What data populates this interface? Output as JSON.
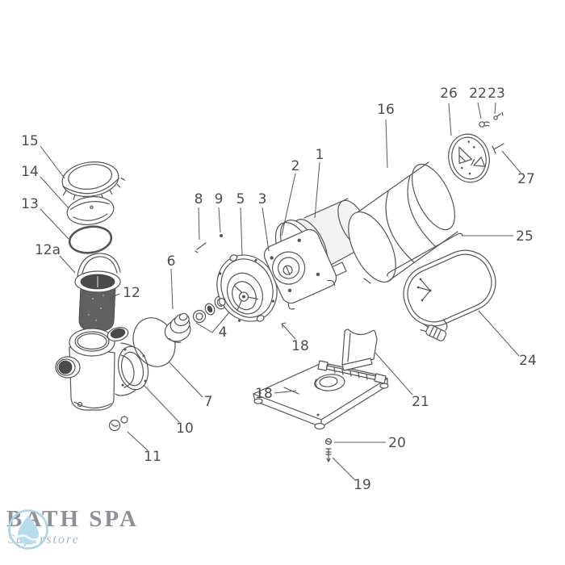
{
  "diagram": {
    "kind": "exploded-parts-diagram",
    "callouts": [
      {
        "name": "strainer-lid",
        "label": "15"
      },
      {
        "name": "lid-ring",
        "label": "14"
      },
      {
        "name": "lid-o-ring",
        "label": "13"
      },
      {
        "name": "basket-handle",
        "label": "12a"
      },
      {
        "name": "strainer-basket",
        "label": "12"
      },
      {
        "name": "impeller-screw",
        "label": "8"
      },
      {
        "name": "washer",
        "label": "9"
      },
      {
        "name": "seal-plate",
        "label": "5"
      },
      {
        "name": "motor-front",
        "label": "3"
      },
      {
        "name": "diffuser",
        "label": "6"
      },
      {
        "name": "motor-flange",
        "label": "2"
      },
      {
        "name": "motor-body",
        "label": "1"
      },
      {
        "name": "motor-shell",
        "label": "16"
      },
      {
        "name": "motor-end-cap",
        "label": "26"
      },
      {
        "name": "end-cap-screw",
        "label": "22"
      },
      {
        "name": "end-cap-nut",
        "label": "23"
      },
      {
        "name": "through-bolt",
        "label": "27"
      },
      {
        "name": "wire",
        "label": "25"
      },
      {
        "name": "power-cord",
        "label": "24"
      },
      {
        "name": "shield",
        "label": "21"
      },
      {
        "name": "seal-plate-ref",
        "label": "18"
      },
      {
        "name": "base-plate",
        "label": "18"
      },
      {
        "name": "housing-gasket",
        "label": "7"
      },
      {
        "name": "pump-housing",
        "label": "10"
      },
      {
        "name": "drain-plugs",
        "label": "11"
      },
      {
        "name": "shaft-seal-set",
        "label": "4"
      },
      {
        "name": "base-screw",
        "label": "20"
      },
      {
        "name": "base-bolt",
        "label": "19"
      }
    ]
  },
  "logo": {
    "brand": "BATH SPA",
    "tagline": "Superstore"
  },
  "colors": {
    "diagram_line": "#555555",
    "callout_text": "#4d4d4d",
    "dark_part": "#4a4a4a",
    "logo_blue": "#b9dcec",
    "logo_ring_blue": "#aed3e2",
    "logo_brand_text": "#8d9094",
    "logo_tagline_text": "#a9b8bf"
  }
}
